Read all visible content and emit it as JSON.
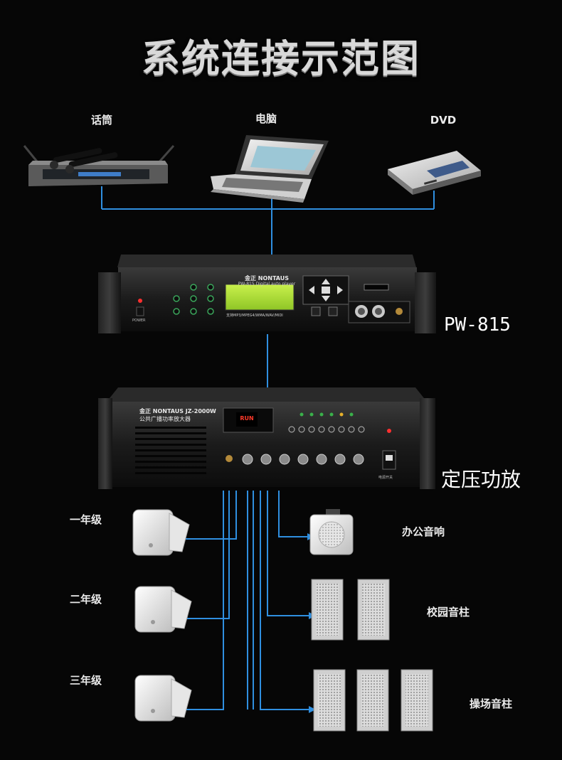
{
  "title": "系统连接示范图",
  "sources": {
    "mic_label": "话筒",
    "pc_label": "电脑",
    "dvd_label": "DVD"
  },
  "player": {
    "label": "PW-815",
    "brand": "金正 NONTAUS",
    "model_line": "PW-815 Digital auto player",
    "formats": "支持MP3/MPEG4/WMA/WAV/MIDI",
    "power_text": "POWER"
  },
  "amplifier": {
    "label": "定压功放",
    "brand": "金正 NONTAUS JZ-2000W",
    "name_cn": "公共广播功率放大器",
    "display_text": "RUN",
    "power_text": "电源开关"
  },
  "zones": {
    "grade1": "一年级",
    "grade2": "二年级",
    "grade3": "三年级",
    "office": "办公音响",
    "campus": "校园音柱",
    "playground": "操场音柱"
  },
  "colors": {
    "wire": "#2f8fe0",
    "title": "#d9d9d9",
    "background": "#060606"
  }
}
